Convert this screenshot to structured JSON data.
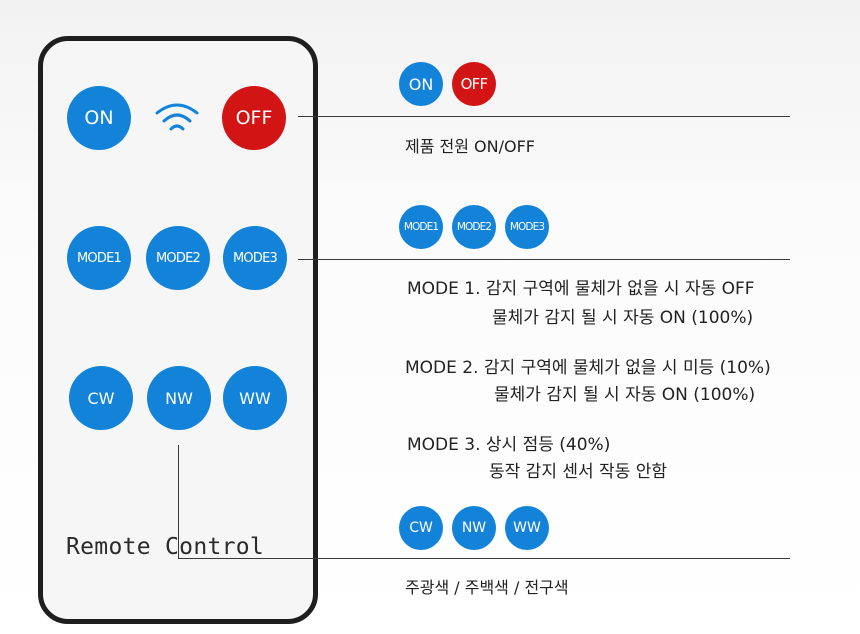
{
  "remote": {
    "buttons": {
      "on": "ON",
      "off": "OFF",
      "mode1": "MODE1",
      "mode2": "MODE2",
      "mode3": "MODE3",
      "cw": "CW",
      "nw": "NW",
      "ww": "WW"
    },
    "label": "Remote Control"
  },
  "colors": {
    "blue": "#1283d8",
    "red": "#d21414"
  },
  "power_section": {
    "on": "ON",
    "off": "OFF",
    "description": "제품 전원 ON/OFF"
  },
  "mode_section": {
    "badges": [
      "MODE1",
      "MODE2",
      "MODE3"
    ],
    "mode1_line1": "MODE 1. 감지 구역에 물체가 없을 시 자동 OFF",
    "mode1_line2": "물체가 감지 될 시 자동 ON (100%)",
    "mode2_line1": "MODE 2. 감지 구역에 물체가 없을 시 미등 (10%)",
    "mode2_line2": "물체가 감지 될 시 자동 ON (100%)",
    "mode3_line1": "MODE 3. 상시 점등 (40%)",
    "mode3_line2": "동작 감지 센서 작동 안함"
  },
  "color_section": {
    "badges": [
      "CW",
      "NW",
      "WW"
    ],
    "description": "주광색 / 주백색 / 전구색"
  }
}
